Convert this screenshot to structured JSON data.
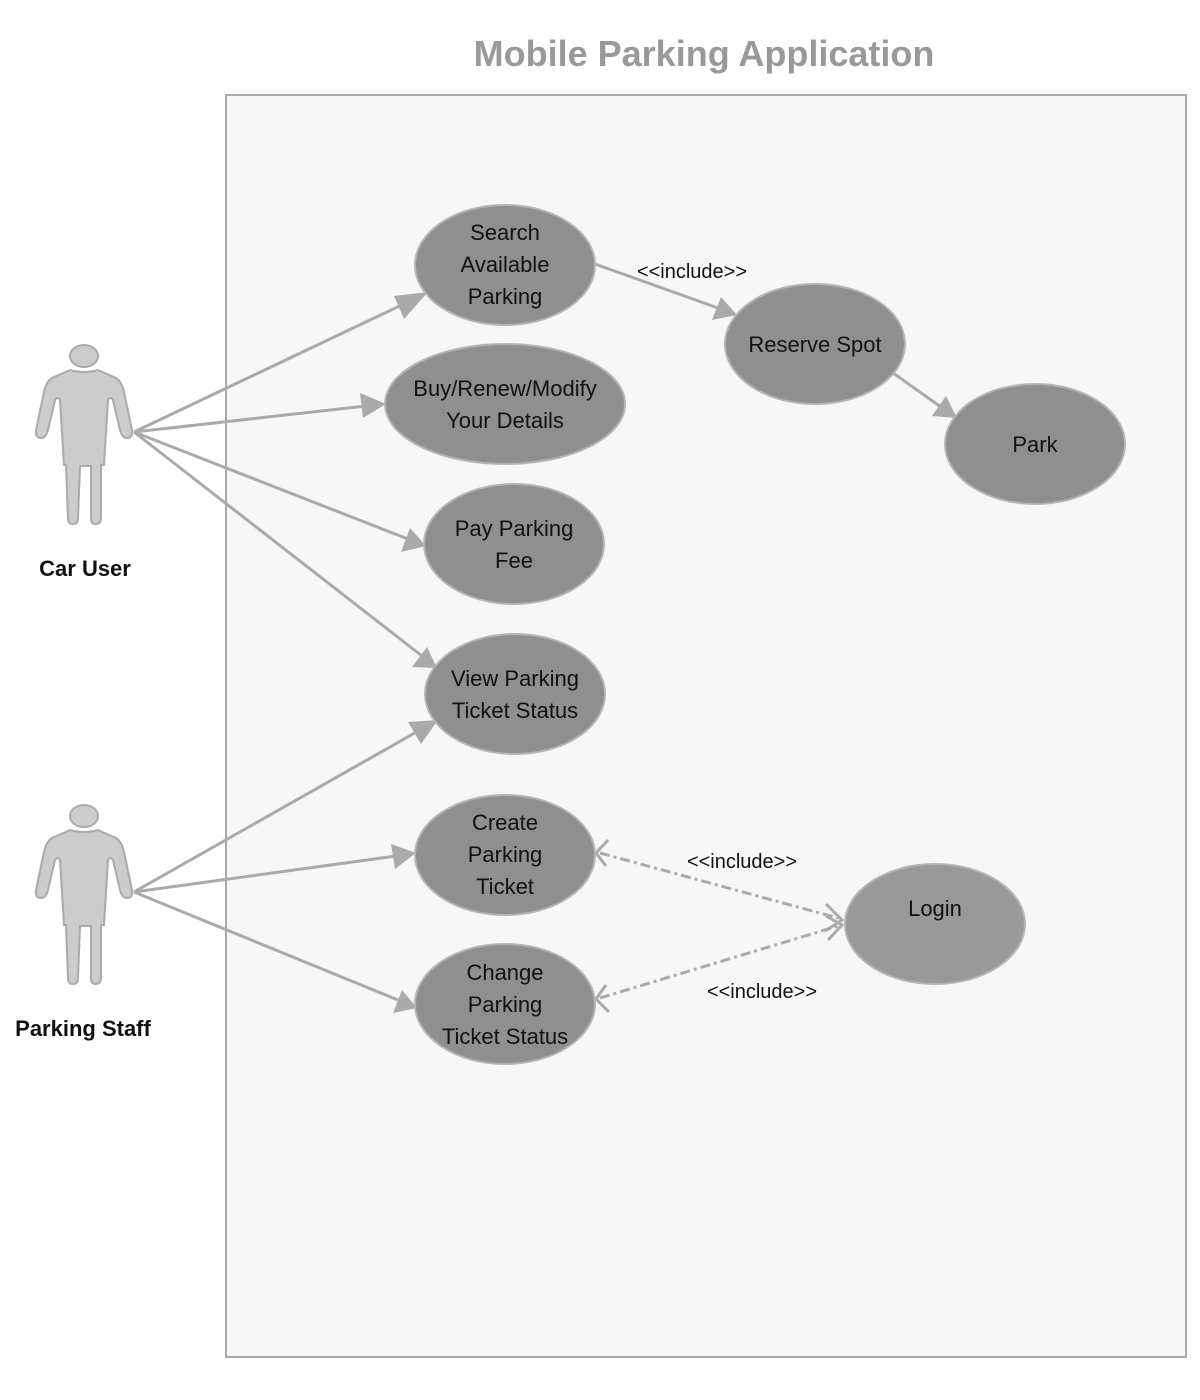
{
  "diagram": {
    "title": "Mobile Parking Application",
    "actors": [
      {
        "id": "car_user",
        "label": "Car User"
      },
      {
        "id": "parking_staff",
        "label": "Parking Staff"
      }
    ],
    "use_cases": [
      {
        "id": "search",
        "lines": [
          "Search",
          "Available",
          "Parking"
        ]
      },
      {
        "id": "buy",
        "lines": [
          "Buy/Renew/Modify",
          "Your Details"
        ]
      },
      {
        "id": "pay",
        "lines": [
          "Pay Parking",
          "Fee"
        ]
      },
      {
        "id": "view",
        "lines": [
          "View Parking",
          "Ticket Status"
        ]
      },
      {
        "id": "create",
        "lines": [
          "Create",
          "Parking",
          "Ticket"
        ]
      },
      {
        "id": "change",
        "lines": [
          "Change",
          "Parking",
          "Ticket Status"
        ]
      },
      {
        "id": "reserve",
        "lines": [
          "Reserve Spot"
        ]
      },
      {
        "id": "park",
        "lines": [
          "Park"
        ]
      },
      {
        "id": "login",
        "lines": [
          "Login"
        ]
      }
    ],
    "relationships": [
      {
        "from": "car_user",
        "to": "search",
        "type": "association"
      },
      {
        "from": "car_user",
        "to": "buy",
        "type": "association"
      },
      {
        "from": "car_user",
        "to": "pay",
        "type": "association"
      },
      {
        "from": "car_user",
        "to": "view",
        "type": "association"
      },
      {
        "from": "parking_staff",
        "to": "view",
        "type": "association"
      },
      {
        "from": "parking_staff",
        "to": "create",
        "type": "association"
      },
      {
        "from": "parking_staff",
        "to": "change",
        "type": "association"
      },
      {
        "from": "search",
        "to": "reserve",
        "type": "include",
        "label": "<<include>>"
      },
      {
        "from": "reserve",
        "to": "park",
        "type": "association"
      },
      {
        "from": "create",
        "to": "login",
        "type": "include",
        "label": "<<include>>"
      },
      {
        "from": "change",
        "to": "login",
        "type": "include",
        "label": "<<include>>"
      }
    ],
    "colors": {
      "title": "#999999",
      "use_case_fill": "#8f8f8f",
      "line": "#aaaaaa",
      "actor_fill": "#cccccc",
      "system_boundary_fill": "#f7f7f7"
    }
  }
}
